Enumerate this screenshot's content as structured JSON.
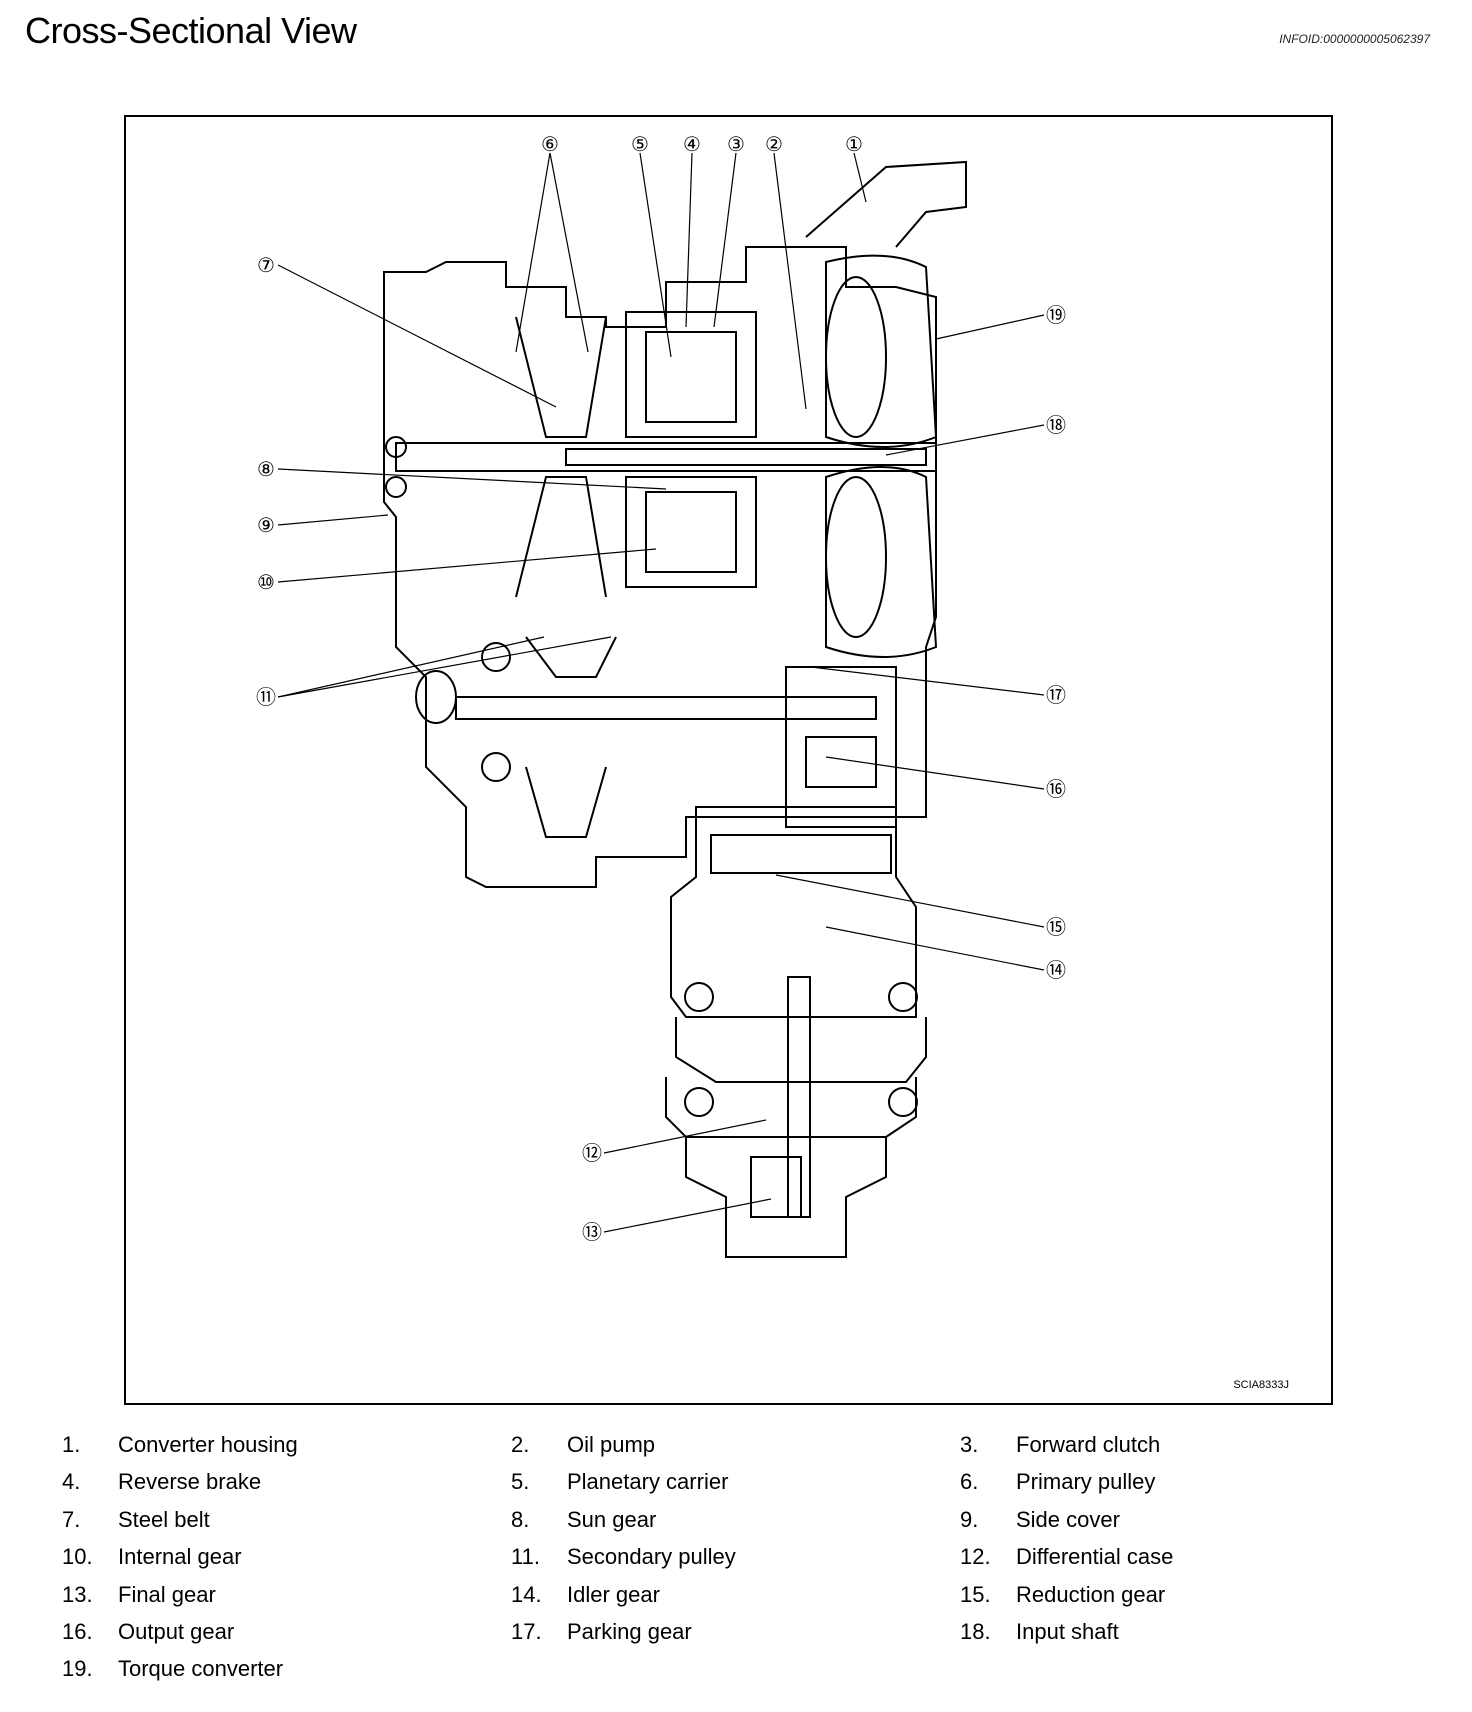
{
  "title": "Cross-Sectional View",
  "info_id": "INFOID:0000000005062397",
  "figure_code": "SCIA8333J",
  "callouts": [
    "⑥",
    "⑤",
    "④",
    "③",
    "②",
    "①",
    "⑲",
    "⑦",
    "⑱",
    "⑧",
    "⑨",
    "⑩",
    "⑪",
    "⑰",
    "⑯",
    "⑮",
    "⑭",
    "⑫",
    "⑬"
  ],
  "legend": [
    {
      "num": "1.",
      "label": "Converter housing"
    },
    {
      "num": "2.",
      "label": "Oil pump"
    },
    {
      "num": "3.",
      "label": "Forward clutch"
    },
    {
      "num": "4.",
      "label": "Reverse brake"
    },
    {
      "num": "5.",
      "label": "Planetary carrier"
    },
    {
      "num": "6.",
      "label": "Primary pulley"
    },
    {
      "num": "7.",
      "label": "Steel belt"
    },
    {
      "num": "8.",
      "label": "Sun gear"
    },
    {
      "num": "9.",
      "label": "Side cover"
    },
    {
      "num": "10.",
      "label": "Internal gear"
    },
    {
      "num": "11.",
      "label": "Secondary pulley"
    },
    {
      "num": "12.",
      "label": "Differential case"
    },
    {
      "num": "13.",
      "label": "Final gear"
    },
    {
      "num": "14.",
      "label": "Idler gear"
    },
    {
      "num": "15.",
      "label": "Reduction gear"
    },
    {
      "num": "16.",
      "label": "Output gear"
    },
    {
      "num": "17.",
      "label": "Parking gear"
    },
    {
      "num": "18.",
      "label": "Input shaft"
    },
    {
      "num": "19.",
      "label": "Torque converter"
    }
  ]
}
